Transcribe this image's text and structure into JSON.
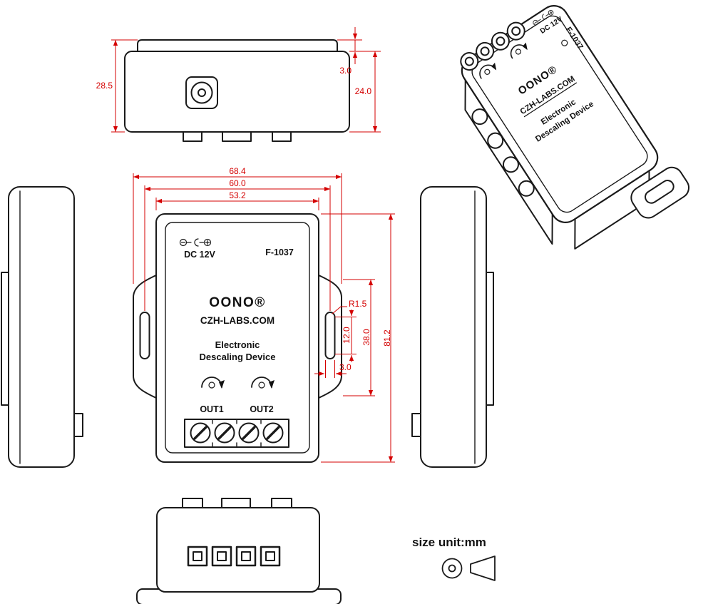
{
  "drawing": {
    "unit_note": "size unit:mm",
    "dim_color": "#d40000",
    "line_color": "#1a1a1a"
  },
  "device": {
    "brand": "OONO®",
    "site": "CZH-LABS.COM",
    "product_line1": "Electronic",
    "product_line2": "Descaling Device",
    "model": "F-1037",
    "power": "DC 12V",
    "out1": "OUT1",
    "out2": "OUT2"
  },
  "dims": {
    "top_height": "28.5",
    "top_lip": "3.0",
    "top_depth": "24.0",
    "width_outer": "68.4",
    "width_slots": "60.0",
    "width_body": "53.2",
    "slot_radius": "R1.5",
    "slot_length": "12.0",
    "flange_height": "38.0",
    "slot_width": "3.0",
    "body_height": "81.2"
  }
}
